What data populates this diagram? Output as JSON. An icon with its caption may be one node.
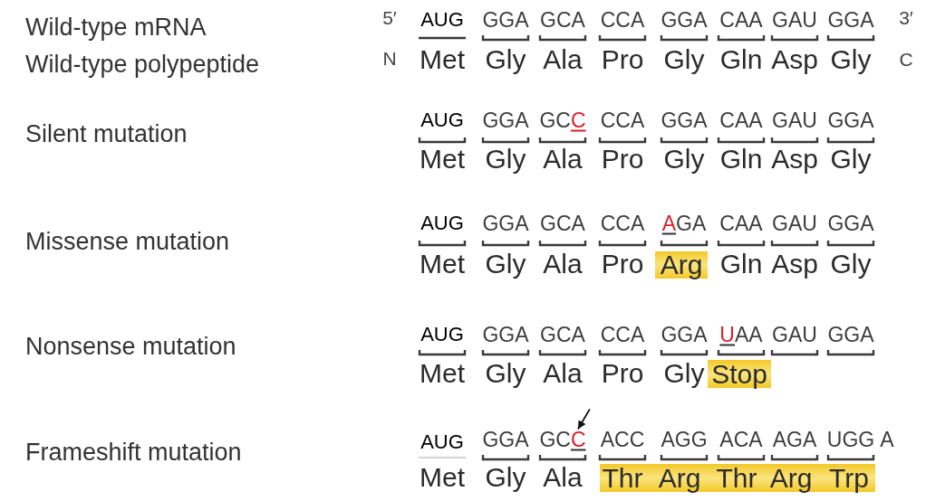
{
  "diagram": {
    "nodes": [
      {
        "text": [
          "Arg"
        ]
      },
      {
        "text": [
          "Stop"
        ]
      },
      {
        "text": [
          "GCC"
        ]
      },
      {
        "text": [
          "Thr",
          "Arg",
          "Thr",
          "Arg",
          "Trp"
        ]
      }
    ],
    "edges": [
      {
        "from": null,
        "to": 2,
        "arrow": "to"
      }
    ],
    "labels": [
      "Wild-type mRNA",
      "5′",
      "AUG",
      "GGA",
      "GCA",
      "CCA",
      "GGA",
      "CAA",
      "GAU",
      "GGA",
      "3′",
      "Wild-type polypeptide",
      "N",
      "Met",
      "Gly",
      "Ala",
      "Pro",
      "Gly",
      "Gln",
      "Asp",
      "Gly",
      "C",
      "Silent mutation",
      "AUG",
      "GGA",
      "GCC",
      "CCA",
      "GGA",
      "CAA",
      "GAU",
      "GGA",
      "Met",
      "Gly",
      "Ala",
      "Pro",
      "Gly",
      "Gln",
      "Asp",
      "Gly",
      "Missense mutation",
      "AUG",
      "GGA",
      "GCA",
      "CCA",
      "AGA",
      "CAA",
      "GAU",
      "GGA",
      "Met",
      "Gly",
      "Ala",
      "Pro",
      "Gln",
      "Asp",
      "Gly",
      "Nonsense mutation",
      "AUG",
      "GGA",
      "GCA",
      "CCA",
      "GGA",
      "UAA",
      "GAU",
      "GGA",
      "Met",
      "Gly",
      "Ala",
      "Pro",
      "Gly",
      "Frameshift mutation",
      "AUG",
      "GGA",
      "ACC",
      "AGG",
      "ACA",
      "AGA",
      "UGG",
      "A",
      "Met",
      "Gly",
      "Ala"
    ]
  }
}
